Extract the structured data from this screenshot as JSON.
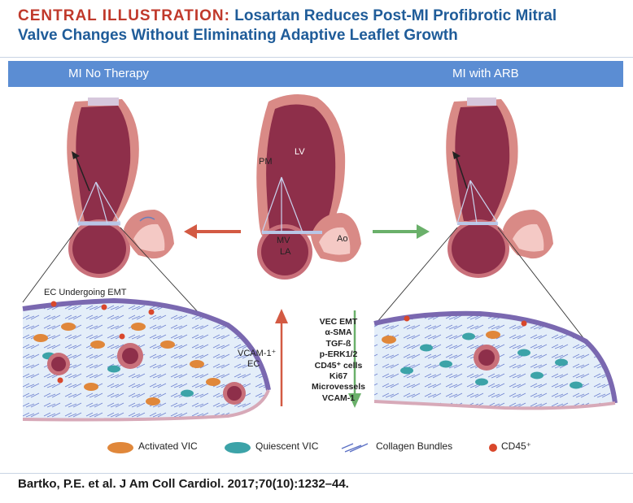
{
  "title": {
    "label": "CENTRAL ILLUSTRATION:",
    "line1": "Losartan Reduces Post-MI Profibrotic Mitral",
    "line2": "Valve Changes Without Eliminating Adaptive Leaflet Growth"
  },
  "headers": {
    "left": "MI No Therapy",
    "right": "MI with ARB"
  },
  "heart_labels": {
    "pm": "PM",
    "lv": "LV",
    "mv": "MV",
    "la": "LA",
    "ao": "Ao"
  },
  "left_detail_labels": {
    "emt": "EC Undergoing EMT",
    "vcam_line1": "VCAM-1⁺",
    "vcam_line2": "EC"
  },
  "markers": [
    "VEC EMT",
    "α-SMA",
    "TGF-ß",
    "p-ERK1/2",
    "CD45⁺ cells",
    "Ki67",
    "Microvessels",
    "VCAM-1"
  ],
  "legend": [
    "Activated VIC",
    "Quiescent VIC",
    "Collagen Bundles",
    "CD45⁺"
  ],
  "citation": "Bartko, P.E. et al. J Am Coll Cardiol. 2017;70(10):1232–44.",
  "colors": {
    "title_label": "#c0392b",
    "title_text": "#1f5c99",
    "header_bar": "#5b8dd3",
    "arrow_left": "#d35a43",
    "arrow_right": "#6ab06a",
    "heart_outer": "#d98a86",
    "heart_cavity": "#8e2f4a",
    "activated_vic": "#e0873a",
    "quiescent_vic": "#3ca3a8",
    "collagen": "#5b70c4",
    "cd45": "#d9472b",
    "endothelium": "#7a68b0"
  },
  "icons": [
    "left-arrow-icon",
    "right-arrow-icon",
    "up-arrow-icon",
    "down-arrow-icon",
    "activated-vic-icon",
    "quiescent-vic-icon",
    "collagen-icon",
    "cd45-icon"
  ]
}
